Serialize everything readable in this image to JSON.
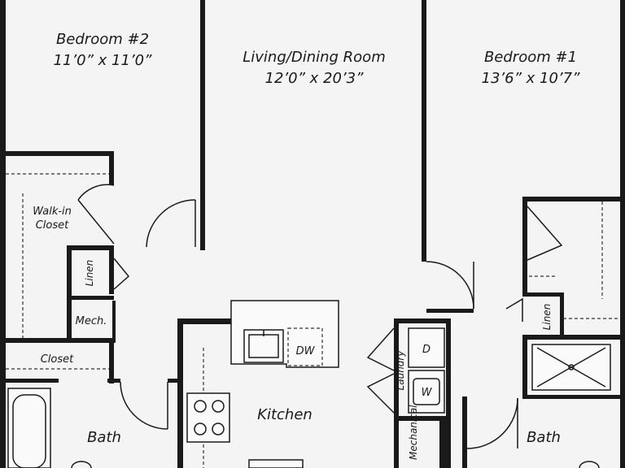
{
  "rooms": {
    "bedroom2": {
      "name": "Bedroom #2",
      "size": "11’0” x 11’0”"
    },
    "living": {
      "name": "Living/Dining Room",
      "size": "12’0” x 20’3”"
    },
    "bedroom1": {
      "name": "Bedroom #1",
      "size": "13’6” x 10’7”"
    },
    "walkin_line1": "Walk-in",
    "walkin_line2": "Closet",
    "linen_left": "Linen",
    "mech": "Mech.",
    "closet": "Closet",
    "bath_left": "Bath",
    "kitchen": "Kitchen",
    "dw": "DW",
    "laundry": "Laundry",
    "dryer": "D",
    "washer": "W",
    "mechanical": "Mechanical",
    "linen_right": "Linen",
    "bath_right": "Bath"
  },
  "colors": {
    "wall": "#1a1a1a",
    "floor": "#f4f4f4"
  }
}
